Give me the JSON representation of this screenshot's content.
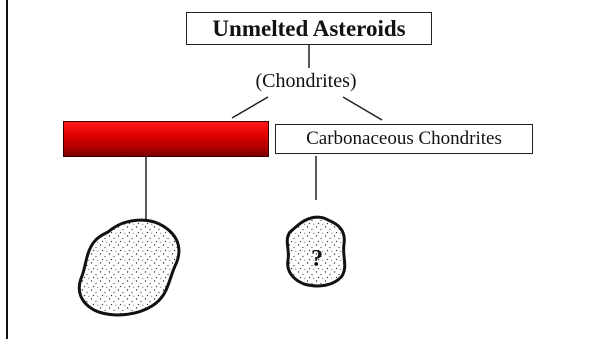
{
  "title": "Unmelted Asteroids",
  "subtitle": "(Chondrites)",
  "right_branch_label": "Carbonaceous Chondrites",
  "unknown_marker": "?",
  "redacted_bar_color": "#d40000",
  "icons": {
    "left_rock": "speckled-rock-icon",
    "right_rock": "speckled-rock-question-icon"
  }
}
